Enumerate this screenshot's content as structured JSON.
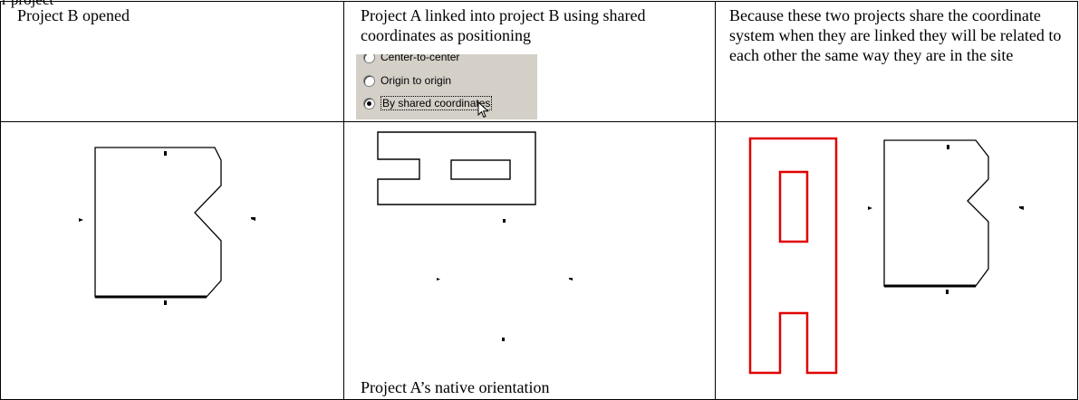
{
  "header_fragment": "r  project",
  "row1": {
    "col1": "Project B opened",
    "col2": "Project A linked into project B using shared coordinates as positioning",
    "col3": "Because these two projects share the coordinate system when they are linked they will be related to each other the same way they are in the site"
  },
  "dialog": {
    "options": [
      {
        "label": "Center-to-center",
        "selected": false
      },
      {
        "label": "Origin to origin",
        "selected": false
      },
      {
        "label": "By shared coordinates",
        "selected": true
      }
    ]
  },
  "row2": {
    "col2_caption": "Project A’s native orientation"
  },
  "colors": {
    "project_a_outline_col3": "#e00000",
    "outline": "#000000",
    "dialog_bg": "#d4d0c8"
  }
}
